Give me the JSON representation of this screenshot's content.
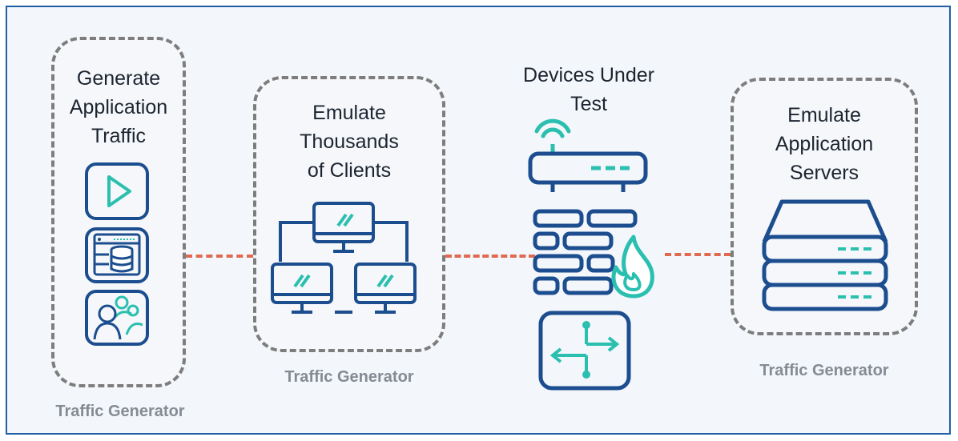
{
  "colors": {
    "border": "#1f5fa5",
    "icon_blue": "#1c4e8f",
    "icon_teal": "#2bbfb0",
    "link": "#e06a50",
    "dashed_box": "#7d7d7d",
    "caption": "#858b93"
  },
  "groups": [
    {
      "title_lines": [
        "Generate",
        "Application",
        "Traffic"
      ],
      "caption": "Traffic Generator",
      "icons": [
        "play-icon",
        "database-server-icon",
        "users-icon"
      ]
    },
    {
      "title_lines": [
        "Emulate",
        "Thousands",
        "of Clients"
      ],
      "caption": "Traffic Generator",
      "icons": [
        "client-monitors-icon"
      ]
    },
    {
      "title_lines": [
        "Devices Under",
        "Test"
      ],
      "caption": "",
      "icons": [
        "wifi-router-icon",
        "firewall-icon",
        "network-switch-icon"
      ]
    },
    {
      "title_lines": [
        "Emulate",
        "Application",
        "Servers"
      ],
      "caption": "Traffic Generator",
      "icons": [
        "server-stack-icon"
      ]
    }
  ]
}
